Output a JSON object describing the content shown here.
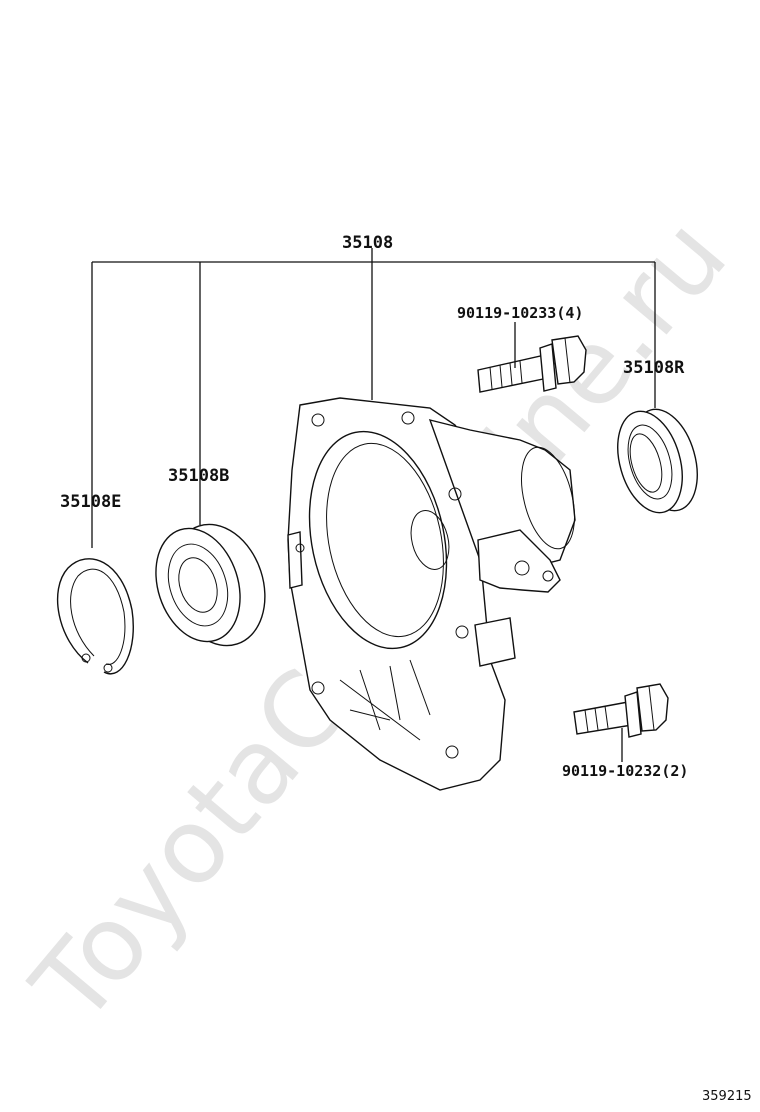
{
  "watermark": "ToyotaCarAmine.ru",
  "labels": {
    "assembly": "35108",
    "snap_ring": "35108E",
    "bearing": "35108B",
    "oil_seal": "35108R",
    "bolt_upper": "90119-10233(4)",
    "bolt_lower": "90119-10232(2)"
  },
  "figure_code": "359215"
}
